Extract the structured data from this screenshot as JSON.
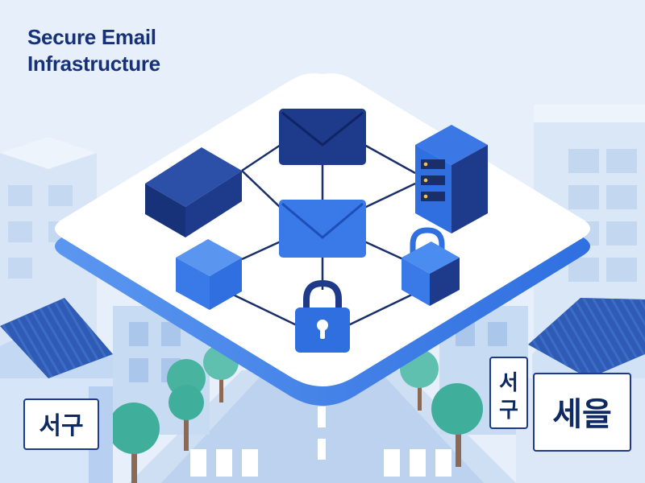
{
  "title": {
    "line1": "Secure Email",
    "line2": "Infrastructure"
  },
  "signs": {
    "left_sign": "서구",
    "right_sign_vertical_top": "서",
    "right_sign_vertical_bottom": "구",
    "right_sign_main": "세을"
  },
  "icons": [
    "envelope-icon",
    "database-block-icon",
    "server-rack-icon",
    "envelope-icon",
    "cube-icon",
    "padlock-icon",
    "padlock-icon"
  ],
  "colors": {
    "navy": "#1e3a8a",
    "primary_blue": "#2f6fe0",
    "light_blue": "#4a8cf0",
    "platform": "#ffffff",
    "platform_edge": "#3a78e0",
    "background": "#e4eef9",
    "title": "#16317a",
    "tree": "#3fae9a"
  }
}
